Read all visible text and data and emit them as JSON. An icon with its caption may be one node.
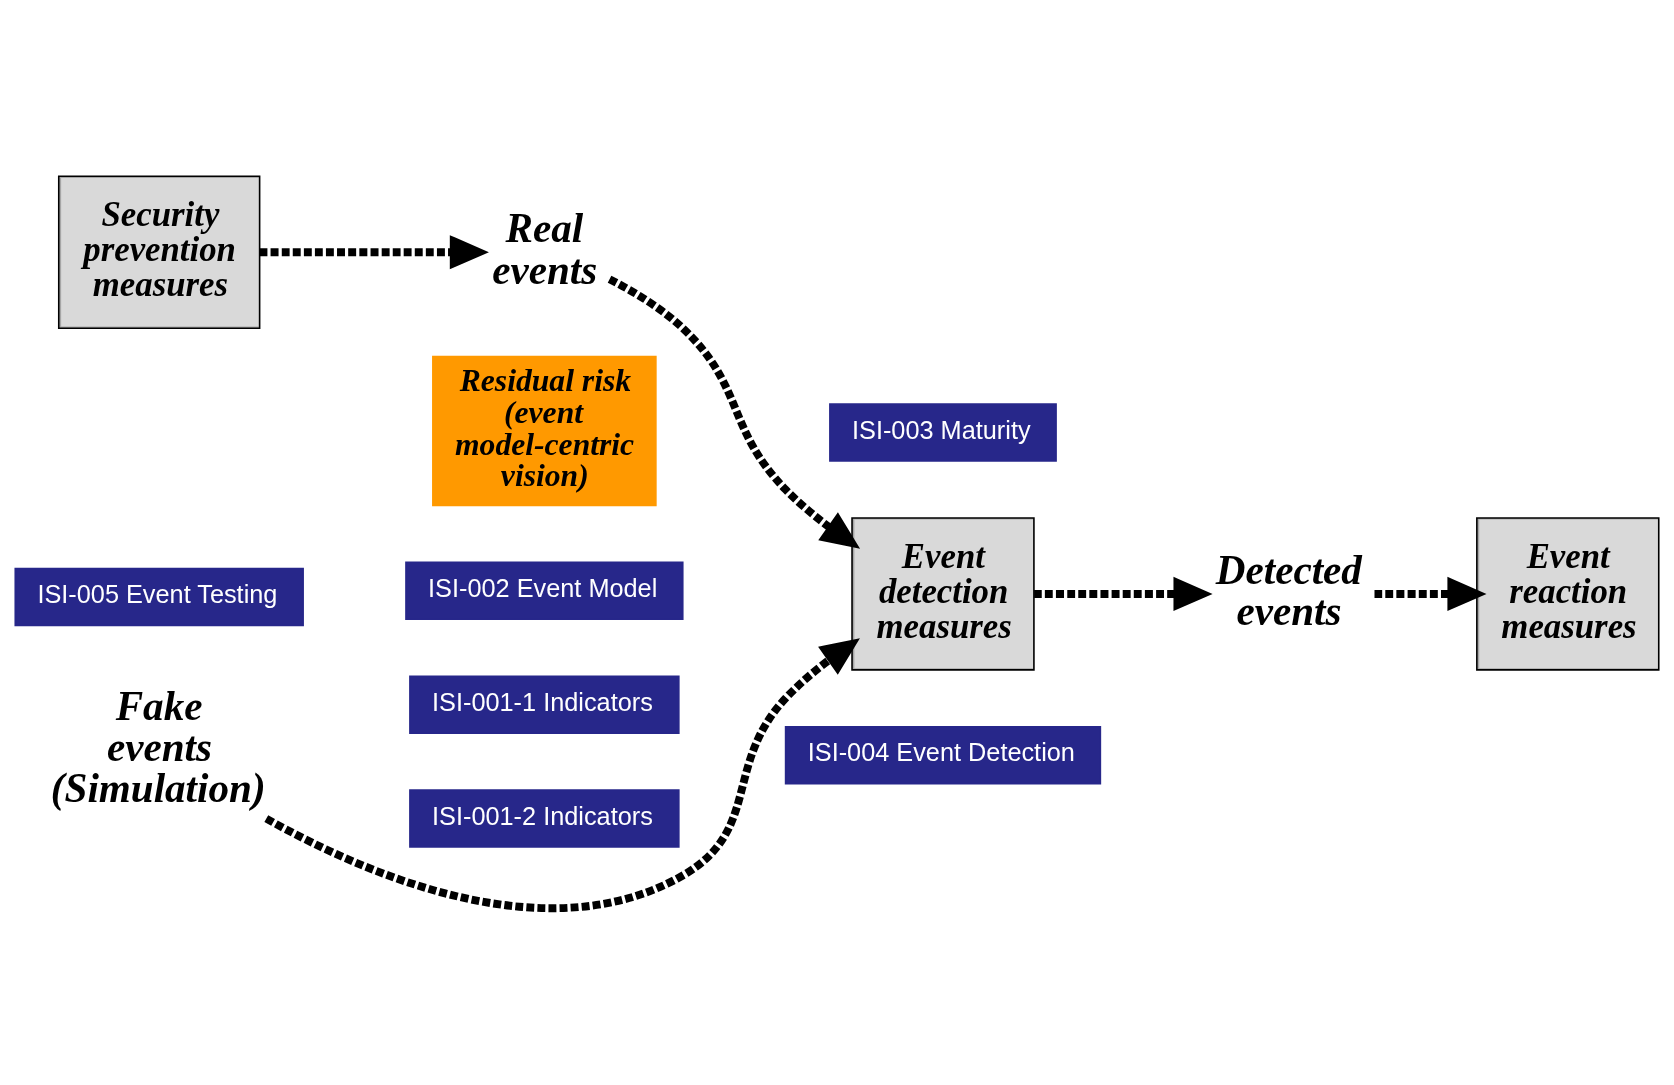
{
  "diagram": {
    "nodes": [
      {
        "text": [
          "Security prevention measures"
        ]
      },
      {
        "text": [
          "Real events"
        ]
      },
      {
        "text": [
          "Fake events (Simulation)"
        ]
      },
      {
        "text": [
          "Event detection measures"
        ]
      },
      {
        "text": [
          "Detected events"
        ]
      },
      {
        "text": [
          "Event reaction measures"
        ]
      },
      {
        "text": [
          "Residual risk (event model-centric vision)"
        ]
      },
      {
        "text": [
          "ISI-005 Event Testing"
        ]
      },
      {
        "text": [
          "ISI-003 Maturity"
        ]
      },
      {
        "text": [
          "ISI-004 Event Detection"
        ]
      },
      {
        "text": [
          "ISI-002 Event Model"
        ]
      },
      {
        "text": [
          "ISI-001-1 Indicators"
        ]
      },
      {
        "text": [
          "ISI-001-2 Indicators"
        ]
      }
    ],
    "edges": [
      {
        "from": 0,
        "to": 1,
        "arrow": "to",
        "style": "dashed"
      },
      {
        "from": 1,
        "to": 3,
        "arrow": "to",
        "style": "dashed"
      },
      {
        "from": 2,
        "to": 3,
        "arrow": "to",
        "style": "dashed"
      },
      {
        "from": 3,
        "to": 4,
        "arrow": "to",
        "style": "dashed"
      },
      {
        "from": 4,
        "to": 5,
        "arrow": "to",
        "style": "dashed"
      }
    ]
  }
}
